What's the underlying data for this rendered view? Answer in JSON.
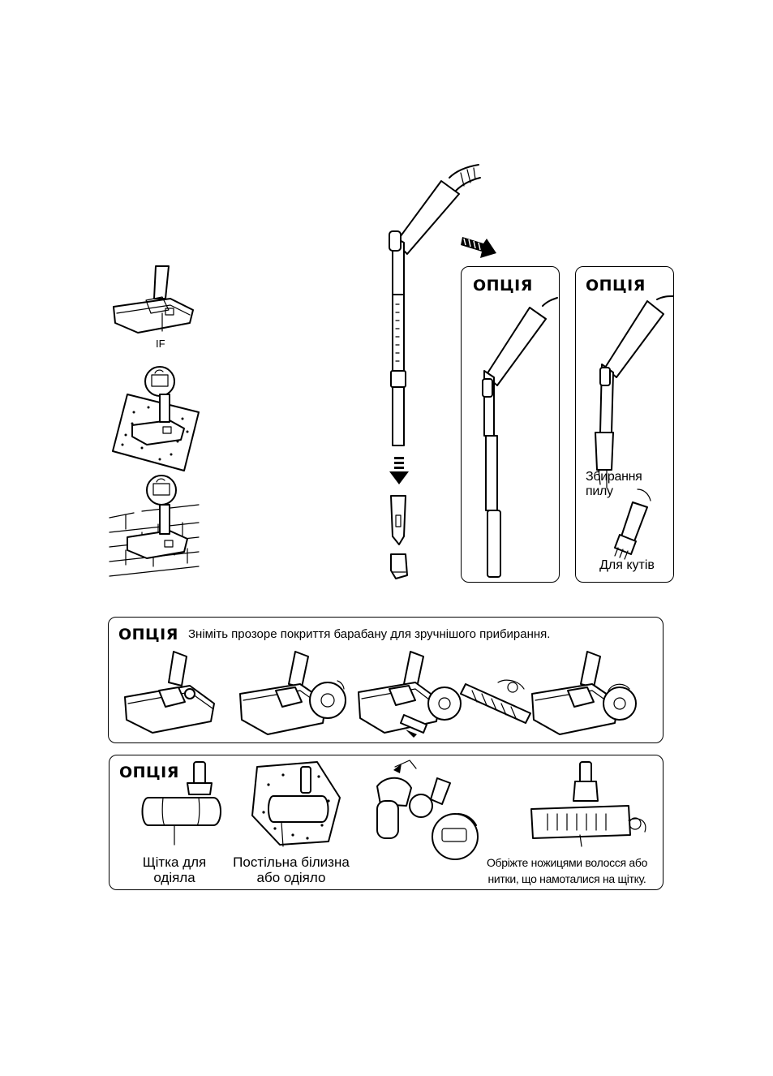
{
  "left_column": {
    "nozzle_label": "IF"
  },
  "option_box_1": {
    "badge": "ОПЦІЯ"
  },
  "option_box_2": {
    "badge": "ОПЦІЯ",
    "label_dust": "Збирання\nпилу",
    "label_corners": "Для кутів"
  },
  "option_panel_drum": {
    "badge": "ОПЦІЯ",
    "instruction": "Зніміть прозоре покриття барабану для зручнішого прибирання."
  },
  "option_panel_brush": {
    "badge": "ОПЦІЯ",
    "label_blanket_brush": "Щітка для\nодіяла",
    "label_bedding": "Постільна білизна\nабо одіяло",
    "label_cut_hair": "Обріжте ножицями волосся або\nнитки, що намоталися на щітку."
  }
}
